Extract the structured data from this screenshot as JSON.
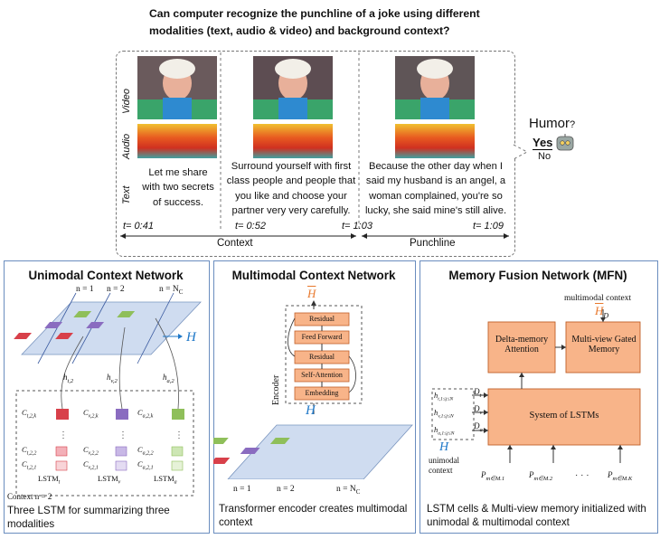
{
  "header": {
    "line1": "Can computer recognize the punchline of a joke using different",
    "line2": "modalities (text, audio & video) and background context?"
  },
  "top": {
    "row_labels": {
      "video": "Video",
      "audio": "Audio",
      "text": "Text"
    },
    "utterances": [
      "Let me share with two secrets of success.",
      "Surround yourself with first class people and people that you like and choose your partner very very carefully.",
      "Because the other day when I said my husband is an angel, a woman complained, you're so lucky, she said mine's still alive."
    ],
    "utterance_lines": [
      [
        "Let me share",
        "with two secrets",
        "of success."
      ],
      [
        "Surround yourself with first",
        "class people and people that",
        "you like and choose your",
        "partner very very carefully."
      ],
      [
        "Because the other day when I",
        "said my husband is an angel, a",
        "woman complained, you're so",
        "lucky, she said mine's still alive."
      ]
    ],
    "times": [
      "t= 0:41",
      "t= 0:52",
      "t= 1:03",
      "t= 1:09"
    ],
    "context_label": "Context",
    "punchline_label": "Punchline",
    "humor_label": "Humor",
    "humor_q": "?",
    "yes": "Yes",
    "no": "No"
  },
  "panels": {
    "unimodal": {
      "title": "Unimodal Context Network",
      "n1": "n = 1",
      "n2": "n = 2",
      "nc": "n = N",
      "H": "H",
      "h_labels": [
        "h",
        "h",
        "h"
      ],
      "h_subs": [
        "t,2",
        "v,2",
        "a,2"
      ],
      "c_top": [
        "C",
        "C",
        "C"
      ],
      "c_top_subs": [
        "t,2,k",
        "v,2,k",
        "a,2,k"
      ],
      "c2": [
        "C",
        "C",
        "C"
      ],
      "c2_subs": [
        "t,2,2",
        "v,2,2",
        "a,2,2"
      ],
      "c1": [
        "C",
        "C",
        "C"
      ],
      "c1_subs": [
        "t,2,1",
        "v,2,1",
        "a,2,1"
      ],
      "lstm": [
        "LSTM",
        "LSTM",
        "LSTM"
      ],
      "lstm_subs": [
        "t",
        "v",
        "a"
      ],
      "context_n": "Context  n = 2",
      "caption": "Three LSTM for summarizing three modalities"
    },
    "multimodal": {
      "title": "Multimodal Context Network",
      "Hbar": "H",
      "layers": [
        "Residual",
        "Feed Forward",
        "Residual",
        "Self-Attention",
        "Embedding"
      ],
      "encoder": "Encoder",
      "H": "H",
      "n1": "n = 1",
      "n2": "n = 2",
      "nc": "n = N",
      "caption": "Transformer encoder creates multimodal context"
    },
    "mfn": {
      "title": "Memory Fusion Network (MFN)",
      "mm_context": "multimodal  context",
      "Hd": "H",
      "Hd_sub": "D",
      "delta": "Delta-memory Attention",
      "gated": "Multi-view  Gated Memory",
      "system": "System of LSTMs",
      "d_labels": [
        "D",
        "D",
        "D"
      ],
      "d_subs": [
        "t",
        "v",
        "a"
      ],
      "h_in": [
        "h",
        "h",
        "h"
      ],
      "h_in_subs": [
        "t,1≤j≤N",
        "v,1≤j≤N",
        "a,1≤j≤N"
      ],
      "H": "H",
      "unimodal_context": "unimodal context",
      "p_labels": [
        "P",
        "P",
        "P"
      ],
      "p_subs": [
        "m∈M.1",
        "m∈M.2",
        "m∈M.K"
      ],
      "dots": "· · ·",
      "caption": "LSTM cells & Multi-view memory initialized with unimodal & multimodal context"
    }
  },
  "colors": {
    "orange_fill": "#f8b489",
    "orange_stroke": "#c0602a",
    "blue_plane": "#cfdcf0",
    "accent_blue": "#1f78c8",
    "hbar_orange": "#e8782c",
    "green_bar": "#8fbf5a",
    "purple_bar": "#8a6cc0",
    "red_bar": "#d8404a"
  }
}
